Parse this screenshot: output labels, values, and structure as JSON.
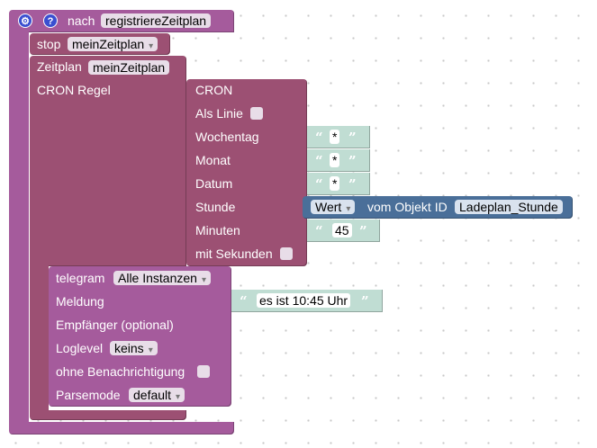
{
  "proc": {
    "title": "nach",
    "name": "registriereZeitplan",
    "help": "?"
  },
  "stop": {
    "label": "stop",
    "schedule": "meinZeitplan"
  },
  "schedule": {
    "label": "Zeitplan",
    "name": "meinZeitplan",
    "rule_label": "CRON Regel"
  },
  "cron": {
    "title": "CRON",
    "as_line": "Als Linie",
    "weekday": "Wochentag",
    "month": "Monat",
    "date": "Datum",
    "hour": "Stunde",
    "minutes": "Minuten",
    "seconds": "mit Sekunden",
    "weekday_value": "*",
    "month_value": "*",
    "date_value": "*",
    "minutes_value": "45"
  },
  "hour_value": {
    "property": "Wert",
    "connector": "vom Objekt ID",
    "object_id": "Ladeplan_Stunde"
  },
  "telegram": {
    "label": "telegram",
    "instance": "Alle Instanzen",
    "message": "Meldung",
    "message_value": "es ist 10:45 Uhr",
    "recipient": "Empfänger (optional)",
    "loglevel": "Loglevel",
    "loglevel_value": "keins",
    "silent": "ohne Benachrichtigung",
    "parsemode": "Parsemode",
    "parsemode_value": "default"
  },
  "quote_open": "“",
  "quote_close": "”",
  "colors": {
    "procedure": "#a55b9c",
    "schedule": "#9c5073",
    "text": "#a5cdbf",
    "object": "#4a6f99",
    "gear": "#3a4fd0"
  }
}
